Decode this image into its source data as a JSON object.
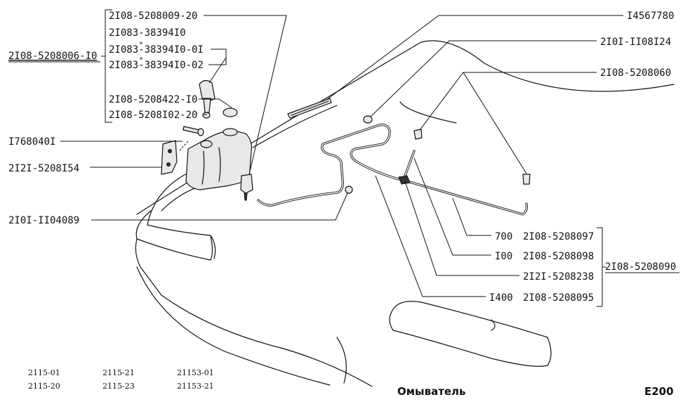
{
  "labels": {
    "assembly_left": "2I08-5208006-I0",
    "p1": "2I08-5208009-20",
    "p2": "2I083-38394I0",
    "p3": "2I083-38394I0-0I",
    "p4": "2I083-38394I0-02",
    "p5": "2I08-5208422-I0",
    "p6": "2I08-5208I02-20",
    "p7": "I768040I",
    "p8": "2I2I-5208I54",
    "p9": "2I0I-II04089",
    "r1": "I4567780",
    "r2": "2I0I-II08I24",
    "r3": "2I08-5208060",
    "assembly_right": "2I08-5208090",
    "b1_qty": "700",
    "b1_part": "2I08-5208097",
    "b2_qty": "I00",
    "b2_part": "2I08-5208098",
    "b3_part": "2I2I-5208238",
    "b4_qty": "I400",
    "b4_part": "2I08-5208095"
  },
  "markers": {
    "star1": "*",
    "star2": "*"
  },
  "models": [
    [
      "2115-01",
      "2115-21",
      "21153-01"
    ],
    [
      "2115-20",
      "2115-23",
      "21153-21"
    ]
  ],
  "caption": "Омыватель",
  "page_code": "E200"
}
